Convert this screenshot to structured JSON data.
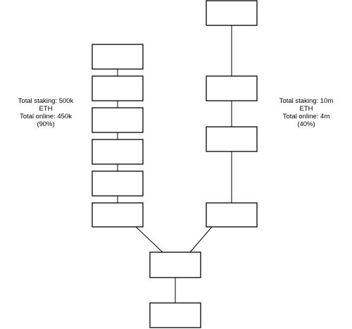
{
  "annotations": {
    "left": [
      "Total staking: 500k",
      "ETH",
      "Total online: 450k",
      "(90%)"
    ],
    "right": [
      "Total staking: 10m",
      "ETH",
      "Total online: 4m",
      "(40%)"
    ]
  }
}
